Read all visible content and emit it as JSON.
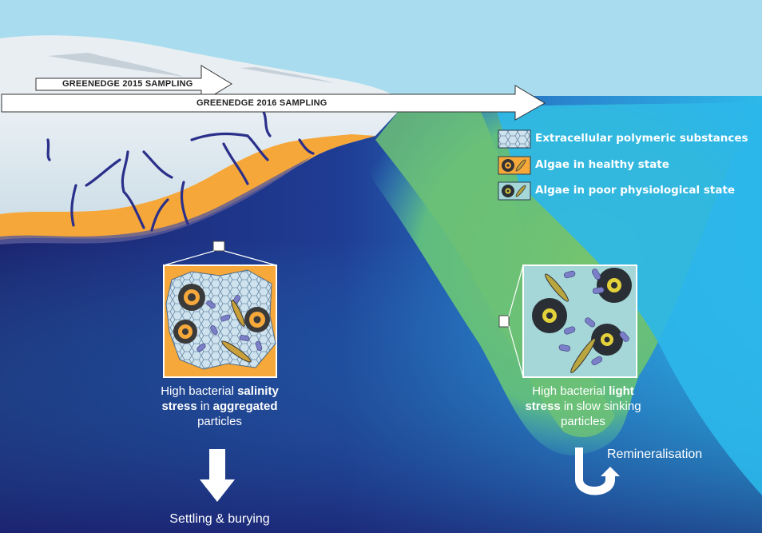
{
  "sampling": {
    "label_2015": "GREENEDGE 2015 SAMPLING",
    "label_2016": "GREENEDGE 2016 SAMPLING"
  },
  "legend": [
    {
      "label": "Extracellular polymeric substances",
      "icon": "eps-swatch-icon"
    },
    {
      "label": "Algae in healthy state",
      "icon": "healthy-algae-icon"
    },
    {
      "label": "Algae in poor physiological state",
      "icon": "poor-algae-icon"
    }
  ],
  "left_caption": {
    "part1": "High bacterial ",
    "bold1": "salinity",
    "bold2": "stress",
    "part2": " in ",
    "bold3": "aggregated",
    "part3": "particles"
  },
  "right_caption": {
    "part1": "High bacterial ",
    "bold1": "light",
    "bold2": "stress",
    "part2": " in slow sinking",
    "part3": "particles"
  },
  "processes": {
    "settling": "Settling & burying",
    "remineralisation": "Remineralisation"
  },
  "colors": {
    "sky": "#a8dcef",
    "deep_ocean": "#1e2a78",
    "surface_water": "#2bb8ea",
    "bloom_green": "#6cc07a",
    "ice_algae": "#f6a83a",
    "ice": "#dbe7ee"
  }
}
